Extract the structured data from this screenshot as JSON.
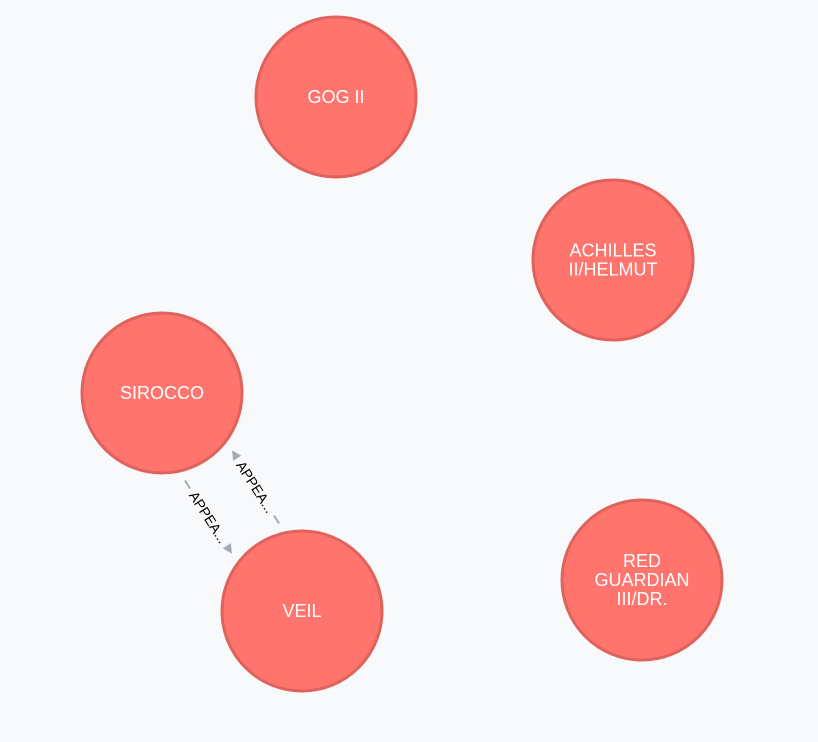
{
  "graph": {
    "node_color": "#ff756e",
    "node_border_color": "#e0625c",
    "node_text_color": "#ffffff",
    "relationship_color": "#a5abb6",
    "background_color": "#f8f9fb",
    "nodes": [
      {
        "id": "gog",
        "label_lines": [
          "GOG II"
        ]
      },
      {
        "id": "achilles",
        "label_lines": [
          "ACHILLES",
          "II/HELMUT"
        ]
      },
      {
        "id": "sirocco",
        "label_lines": [
          "SIROCCO"
        ]
      },
      {
        "id": "veil",
        "label_lines": [
          "VEIL"
        ]
      },
      {
        "id": "red-guardian",
        "label_lines": [
          "RED",
          "GUARDIAN",
          "III/DR."
        ]
      }
    ],
    "relationships": [
      {
        "id": "rel-sirocco-veil",
        "from": "sirocco",
        "to": "veil",
        "label": "APPEA..."
      },
      {
        "id": "rel-veil-sirocco",
        "from": "veil",
        "to": "sirocco",
        "label": "APPEA..."
      }
    ]
  }
}
